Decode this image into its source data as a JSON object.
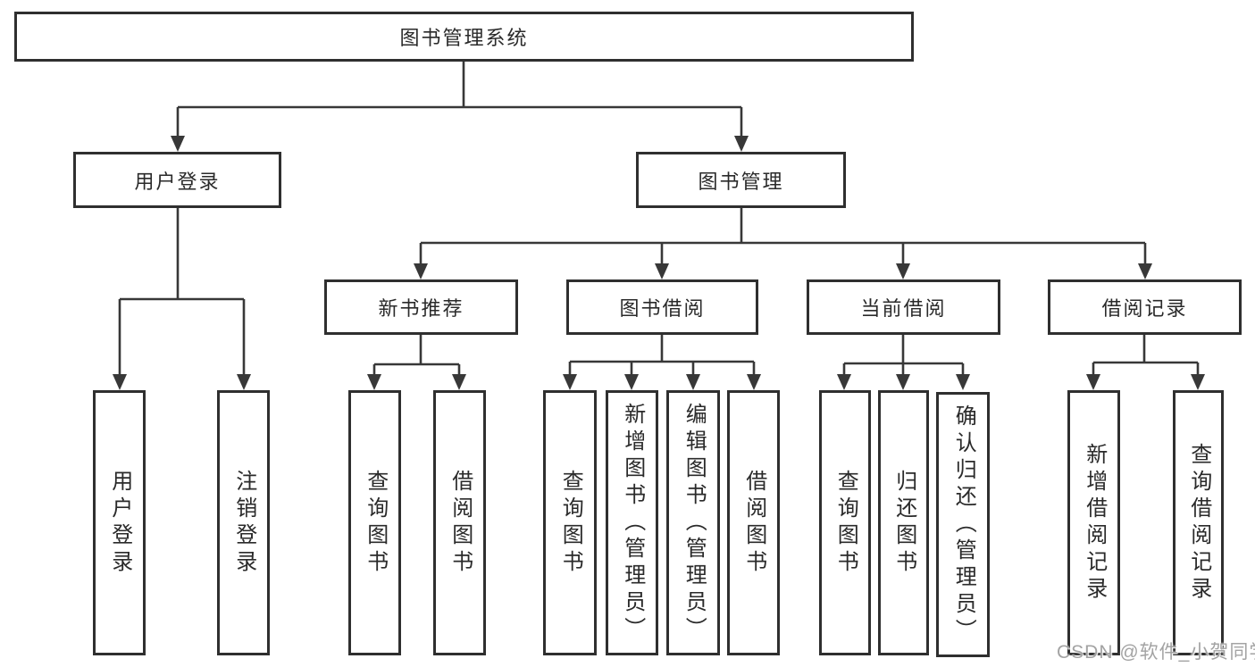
{
  "colors": {
    "line": "#383838",
    "box_border": "#2f2f2f",
    "text": "#2a2a2a",
    "watermark": "#a3a3a3",
    "background": "#ffffff"
  },
  "tree": {
    "root": {
      "label": "图书管理系统"
    },
    "branches": [
      {
        "label": "用户登录",
        "children": [
          {
            "label": "用户登录"
          },
          {
            "label": "注销登录"
          }
        ]
      },
      {
        "label": "图书管理",
        "sections": [
          {
            "label": "新书推荐",
            "children": [
              {
                "label": "查询图书"
              },
              {
                "label": "借阅图书"
              }
            ]
          },
          {
            "label": "图书借阅",
            "children": [
              {
                "label": "查询图书"
              },
              {
                "label": "新增图书（管理员）"
              },
              {
                "label": "编辑图书（管理员）"
              },
              {
                "label": "借阅图书"
              }
            ]
          },
          {
            "label": "当前借阅",
            "children": [
              {
                "label": "查询图书"
              },
              {
                "label": "归还图书"
              },
              {
                "label": "确认归还（管理员）"
              }
            ]
          },
          {
            "label": "借阅记录",
            "children": [
              {
                "label": "新增借阅记录"
              },
              {
                "label": "查询借阅记录"
              }
            ]
          }
        ]
      }
    ]
  },
  "watermark": {
    "text": "CSDN @软件_小贺同学"
  }
}
